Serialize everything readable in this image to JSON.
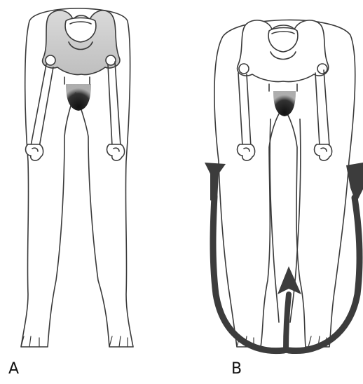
{
  "panels": [
    {
      "id": "A",
      "label": "A"
    },
    {
      "id": "B",
      "label": "B"
    }
  ],
  "colors": {
    "outline": "#3a3a3a",
    "shadow": "#1a1a1a",
    "arrow": "#3c3c3c",
    "background": "#ffffff"
  }
}
